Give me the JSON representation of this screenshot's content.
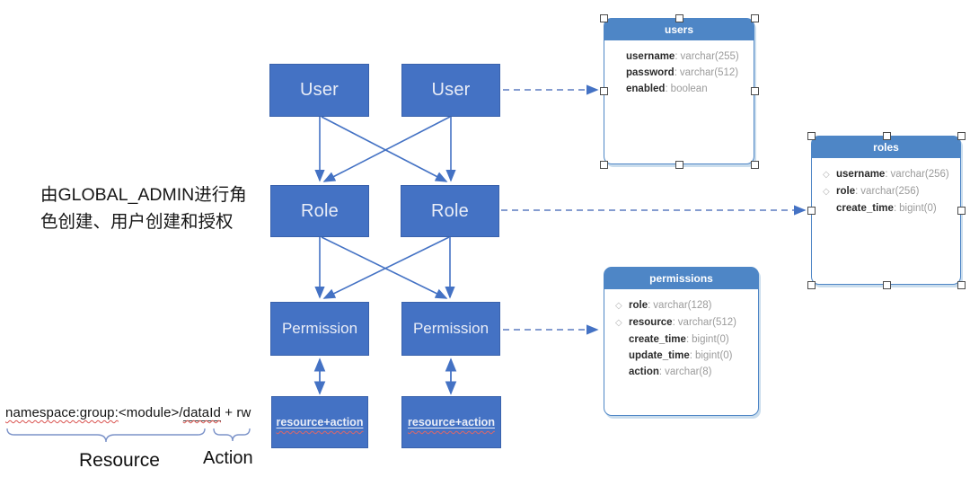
{
  "note": {
    "line1": "由GLOBAL_ADMIN进行角",
    "line2": "色创建、用户创建和授权"
  },
  "flow": {
    "user": "User",
    "role": "Role",
    "permission": "Permission",
    "resource_action": "resource+action"
  },
  "icons": {
    "key_diamond": "◇"
  },
  "sep": ":",
  "tables": {
    "users": {
      "title": "users",
      "columns": [
        {
          "name": "username",
          "type": "varchar(255)"
        },
        {
          "name": "password",
          "type": "varchar(512)"
        },
        {
          "name": "enabled",
          "type": "boolean"
        }
      ]
    },
    "roles": {
      "title": "roles",
      "columns": [
        {
          "name": "username",
          "type": "varchar(256)",
          "key": true
        },
        {
          "name": "role",
          "type": "varchar(256)",
          "key": true
        },
        {
          "name": "create_time",
          "type": "bigint(0)"
        }
      ]
    },
    "permissions": {
      "title": "permissions",
      "columns": [
        {
          "name": "role",
          "type": "varchar(128)",
          "key": true
        },
        {
          "name": "resource",
          "type": "varchar(512)",
          "key": true
        },
        {
          "name": "create_time",
          "type": "bigint(0)"
        },
        {
          "name": "update_time",
          "type": "bigint(0)"
        },
        {
          "name": "action",
          "type": "varchar(8)"
        }
      ]
    }
  },
  "legend": {
    "expression": {
      "seg1": "namespace:group:",
      "seg2": "<module>/",
      "seg3": "dataId",
      "seg4": " + rw"
    },
    "resource_label": "Resource",
    "action_label": "Action"
  },
  "colors": {
    "box_blue": "#4472C4",
    "table_header_blue": "#4E86C6",
    "arrow_blue": "#4472C4",
    "squiggle_red": "#d9534f"
  }
}
